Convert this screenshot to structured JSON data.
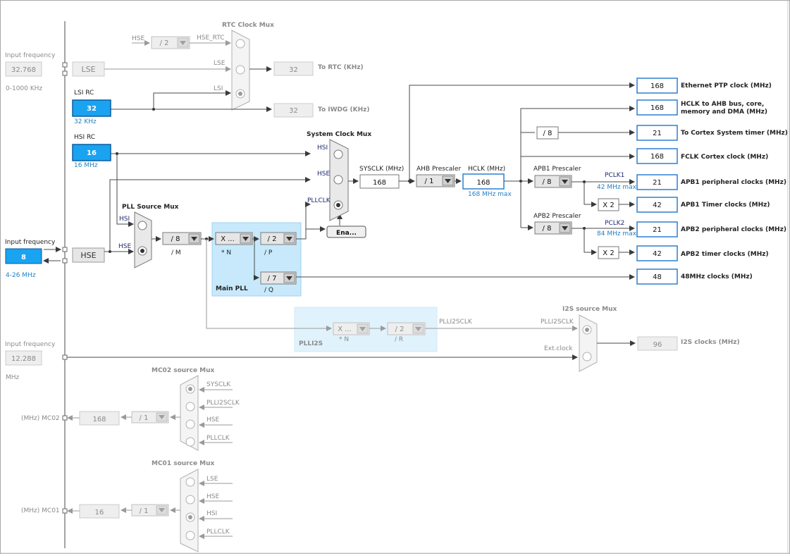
{
  "labels": {
    "input_frequency": "Input frequency",
    "range_0_1000": "0-1000 KHz",
    "lsi_rc": "LSI RC",
    "lsi_khz": "32 KHz",
    "hsi_rc": "HSI RC",
    "hsi_mhz": "16 MHz",
    "range_4_26": "4-26 MHz",
    "mhz": "MHz",
    "rtc_clock_mux": "RTC Clock Mux",
    "system_clock_mux": "System Clock Mux",
    "pll_source_mux": "PLL Source Mux",
    "i2s_source_mux": "I2S source Mux",
    "mco2_source_mux": "MC02 source Mux",
    "mco1_source_mux": "MC01 source Mux",
    "main_pll": "Main PLL",
    "plli2s": "PLLI2S",
    "sysclk_mhz": "SYSCLK (MHz)",
    "ahb_prescaler": "AHB Prescaler",
    "hclk_mhz": "HCLK (MHz)",
    "hclk_max": "168 MHz max",
    "apb1_prescaler": "APB1 Prescaler",
    "apb2_prescaler": "APB2 Prescaler",
    "pclk1": "PCLK1",
    "pclk2": "PCLK2",
    "pclk1_max": "42 MHz max",
    "pclk2_max": "84 MHz max",
    "to_rtc": "To RTC (KHz)",
    "to_iwdg": "To IWDG (KHz)",
    "mco2_out": "(MHz) MC02",
    "mco1_out": "(MHz) MC01",
    "m": "/ M",
    "n": "* N",
    "p": "/ P",
    "q": "/ Q",
    "r": "/ R",
    "x2": "X 2",
    "div8": "/ 8",
    "enable_button": "Ena..."
  },
  "mux_inputs": {
    "hse": "HSE",
    "hse_rtc": "HSE_RTC",
    "lse": "LSE",
    "lsi": "LSI",
    "hsi": "HSI",
    "pllclk": "PLLCLK",
    "plli2sclk": "PLLI2SCLK",
    "ext_clock": "Ext.clock",
    "sysclk": "SYSCLK",
    "plli2sclk_mco": "PLLI2SCLK",
    "hse_mco2": "HSE",
    "pllclk_mco2": "PLLCLK",
    "lse_mco1": "LSE",
    "hse_mco1": "HSE",
    "hsi_mco1": "HSI",
    "pllclk_mco1": "PLLCLK"
  },
  "sources": {
    "lse_input_freq": "32.768",
    "lse_label": "LSE",
    "lsi_value": "32",
    "hsi_value": "16",
    "hse_input_freq": "8",
    "hse_label": "HSE",
    "i2s_input_freq": "12.288"
  },
  "dividers": {
    "hse_rtc_div": "/ 2",
    "pll_m": "/ 8",
    "pll_n": "X ...",
    "pll_p": "/ 2",
    "pll_q": "/ 7",
    "plli2s_n": "X ...",
    "plli2s_r": "/ 2",
    "ahb": "/ 1",
    "apb1": "/ 8",
    "apb2": "/ 8",
    "mco2": "/ 1",
    "mco1": "/ 1"
  },
  "values": {
    "rtc": "32",
    "iwdg": "32",
    "sysclk": "168",
    "hclk": "168",
    "i2s": "96",
    "mco2": "168",
    "mco1": "16"
  },
  "outputs": [
    {
      "value": "168",
      "label": "Ethernet PTP clock (MHz)"
    },
    {
      "value": "168",
      "label": "HCLK to AHB bus, core,",
      "label2": "memory and DMA (MHz)"
    },
    {
      "value": "21",
      "label": "To Cortex System timer (MHz)"
    },
    {
      "value": "168",
      "label": "FCLK Cortex clock (MHz)"
    },
    {
      "value": "21",
      "label": "APB1 peripheral clocks (MHz)"
    },
    {
      "value": "42",
      "label": "APB1 Timer clocks (MHz)"
    },
    {
      "value": "21",
      "label": "APB2 peripheral clocks (MHz)"
    },
    {
      "value": "42",
      "label": "APB2 timer clocks (MHz)"
    },
    {
      "value": "48",
      "label": "48MHz clocks (MHz)"
    },
    {
      "label": "I2S clocks (MHz)"
    }
  ],
  "colors": {
    "accent_blue": "#1aa3f0",
    "output_border": "#2e7fd0",
    "pll_fill": "#c7e9fb",
    "info_text": "#1f7fc5"
  }
}
